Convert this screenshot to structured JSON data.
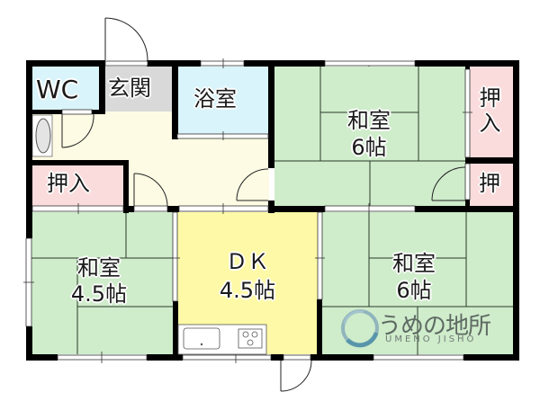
{
  "floor_plan": {
    "rooms": {
      "wc": {
        "label": "WC",
        "color": "#d9f4fa"
      },
      "genkan": {
        "label": "玄関",
        "color": "#d9d9d9"
      },
      "bath": {
        "label": "浴室",
        "color": "#d9f4fa"
      },
      "washitsu_top_right": {
        "label_line1": "和室",
        "label_line2": "6帖",
        "color": "#cfeccb"
      },
      "oshiire_right": {
        "label": "押入",
        "color": "#fbdcdc"
      },
      "oshi_small": {
        "label": "押",
        "color": "#fbdcdc"
      },
      "hallway": {
        "color": "#fdfbe3"
      },
      "oshiire_left": {
        "label": "押入",
        "color": "#fbdcdc"
      },
      "washitsu_left": {
        "label_line1": "和室",
        "label_line2": "4.5帖",
        "color": "#cfeccb"
      },
      "dk": {
        "label_line1": "ＤＫ",
        "label_line2": "4.5帖",
        "color": "#fdf9a6"
      },
      "washitsu_bottom_right": {
        "label_line1": "和室",
        "label_line2": "6帖",
        "color": "#cfeccb"
      }
    },
    "wall_color": "#000000"
  },
  "watermark": {
    "japanese": "うめの地所",
    "english": "UMENO JISHO"
  }
}
